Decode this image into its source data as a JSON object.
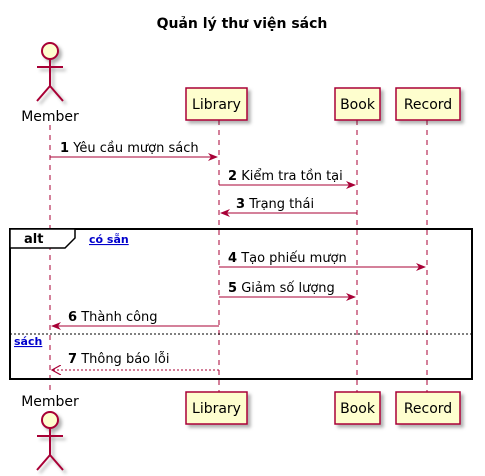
{
  "diagram": {
    "title": "Quản lý thư viện sách",
    "participants": [
      {
        "id": "member",
        "label": "Member",
        "kind": "actor"
      },
      {
        "id": "library",
        "label": "Library",
        "kind": "participant"
      },
      {
        "id": "book",
        "label": "Book",
        "kind": "participant"
      },
      {
        "id": "record",
        "label": "Record",
        "kind": "participant"
      }
    ],
    "messages": [
      {
        "num": "1",
        "text": "Yêu cầu mượn sách",
        "from": "member",
        "to": "library",
        "style": "solid"
      },
      {
        "num": "2",
        "text": "Kiểm tra tồn tại",
        "from": "library",
        "to": "book",
        "style": "solid"
      },
      {
        "num": "3",
        "text": "Trạng thái",
        "from": "book",
        "to": "library",
        "style": "solid"
      },
      {
        "num": "4",
        "text": "Tạo phiếu mượn",
        "from": "library",
        "to": "record",
        "style": "solid"
      },
      {
        "num": "5",
        "text": "Giảm số lượng",
        "from": "library",
        "to": "book",
        "style": "solid"
      },
      {
        "num": "6",
        "text": "Thành công",
        "from": "library",
        "to": "member",
        "style": "solid"
      },
      {
        "num": "7",
        "text": "Thông báo lỗi",
        "from": "library",
        "to": "member",
        "style": "dashed"
      }
    ],
    "fragment": {
      "keyword": "alt",
      "guard": "có sẵn",
      "else_guard": "sách"
    },
    "colors": {
      "participant_fill": "#fefece",
      "participant_border": "#a80036",
      "arrow": "#a80036",
      "lifeline": "#a80036",
      "guard_text": "#0000cc"
    }
  }
}
